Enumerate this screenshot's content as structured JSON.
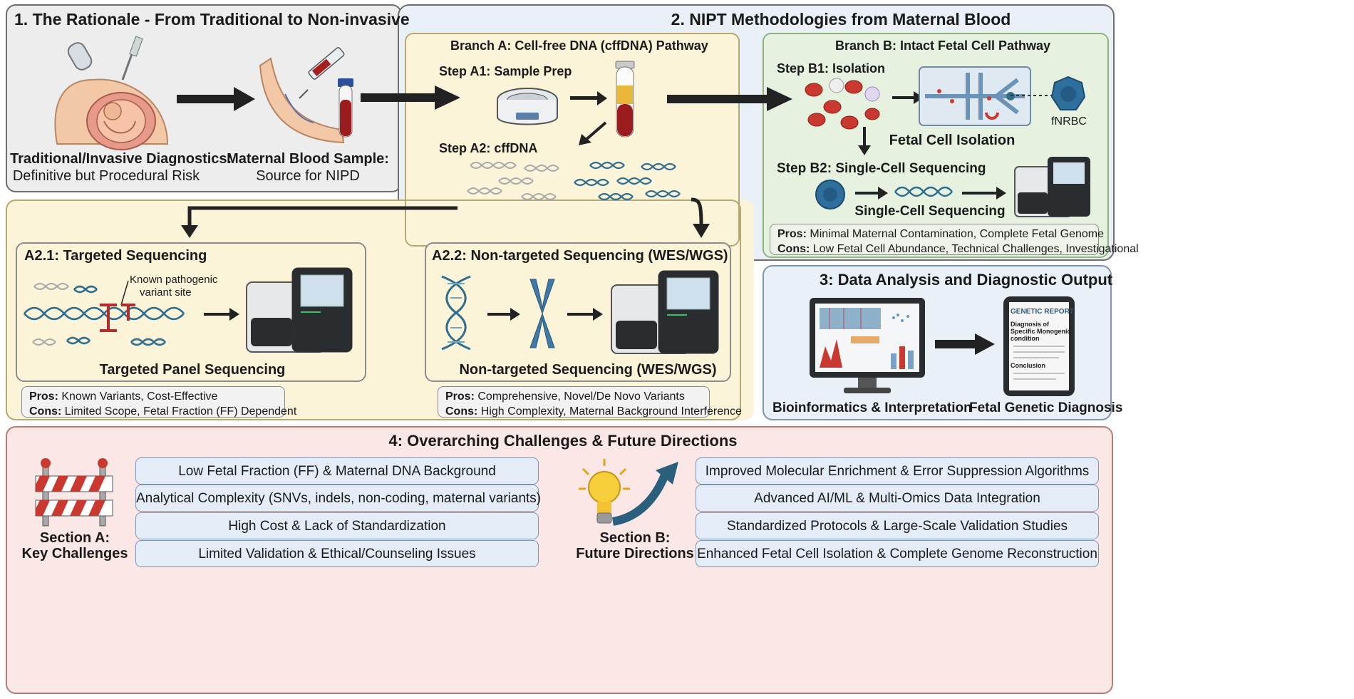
{
  "colors": {
    "section1_bg": "#ededed",
    "section2_bg": "#e9f0f8",
    "branch_a_bg": "#fbf4d8",
    "branch_b_bg": "#e6f2df",
    "section3_bg": "#e9f0f8",
    "section4_bg": "#fbe7e5",
    "chip_bg": "#e4ecf8",
    "dna_blue": "#2e6d8e",
    "blood_red": "#9b1c1c"
  },
  "section1": {
    "title": "1. The Rationale - From Traditional to Non-invasive",
    "traditional_label": "Traditional/Invasive Diagnostics:",
    "traditional_sub": "Definitive but Procedural Risk",
    "maternal_label": "Maternal Blood Sample:",
    "maternal_sub": "Source for NIPD"
  },
  "section2": {
    "title": "2. NIPT Methodologies from Maternal Blood",
    "branch_a": {
      "title": "Branch A: Cell-free DNA (cffDNA) Pathway",
      "step_a1": "Step A1: Sample Prep",
      "step_a2": "Step A2: cffDNA",
      "targeted": {
        "title": "A2.1: Targeted Sequencing",
        "annotation_line1": "Known pathogenic",
        "annotation_line2": "variant site",
        "caption": "Targeted Panel Sequencing",
        "pros_label": "Pros:",
        "pros": "Known Variants, Cost-Effective",
        "cons_label": "Cons:",
        "cons": "Limited Scope, Fetal Fraction (FF) Dependent"
      },
      "nontargeted": {
        "title": "A2.2: Non-targeted Sequencing (WES/WGS)",
        "caption": "Non-targeted Sequencing (WES/WGS)",
        "pros_label": "Pros:",
        "pros": "Comprehensive, Novel/De Novo Variants",
        "cons_label": "Cons:",
        "cons": "High Complexity, Maternal Background Interference"
      }
    },
    "branch_b": {
      "title": "Branch B: Intact Fetal Cell Pathway",
      "step_b1": "Step B1: Isolation",
      "fnrbc": "fNRBC",
      "isolation_caption": "Fetal Cell Isolation",
      "step_b2": "Step B2: Single-Cell Sequencing",
      "sequencing_caption": "Single-Cell Sequencing",
      "pros_label": "Pros:",
      "pros": "Minimal Maternal Contamination, Complete Fetal Genome",
      "cons_label": "Cons:",
      "cons": "Low Fetal Cell Abundance, Technical Challenges, Investigational"
    }
  },
  "section3": {
    "title": "3: Data Analysis and Diagnostic Output",
    "report_title": "GENETIC REPORT",
    "report_line1": "Diagnosis of",
    "report_line2": "Specific Monogenic",
    "report_line3": "condition",
    "report_conclusion": "Conclusion",
    "caption_left": "Bioinformatics & Interpretation",
    "caption_right": "Fetal Genetic Diagnosis"
  },
  "section4": {
    "title": "4: Overarching Challenges & Future Directions",
    "section_a_line1": "Section A:",
    "section_a_line2": "Key Challenges",
    "section_b_line1": "Section B:",
    "section_b_line2": "Future Directions",
    "challenges": [
      "Low Fetal Fraction (FF) & Maternal DNA Background",
      "Analytical Complexity (SNVs, indels, non-coding, maternal variants)",
      "High Cost & Lack of Standardization",
      "Limited Validation & Ethical/Counseling Issues"
    ],
    "directions": [
      "Improved Molecular Enrichment & Error Suppression Algorithms",
      "Advanced AI/ML & Multi-Omics Data Integration",
      "Standardized Protocols & Large-Scale Validation Studies",
      "Enhanced Fetal Cell Isolation & Complete Genome Reconstruction"
    ]
  },
  "icons": [
    "pregnancy-ultrasound-icon",
    "arm-syringe-icon",
    "blood-tube-icon",
    "centrifuge-icon",
    "dna-helix-icon",
    "sequencer-icon",
    "chromosome-icon",
    "microfluidic-chip-icon",
    "cell-icon",
    "monitor-icon",
    "tablet-report-icon",
    "barrier-icon",
    "lightbulb-icon",
    "arrow-icon"
  ]
}
